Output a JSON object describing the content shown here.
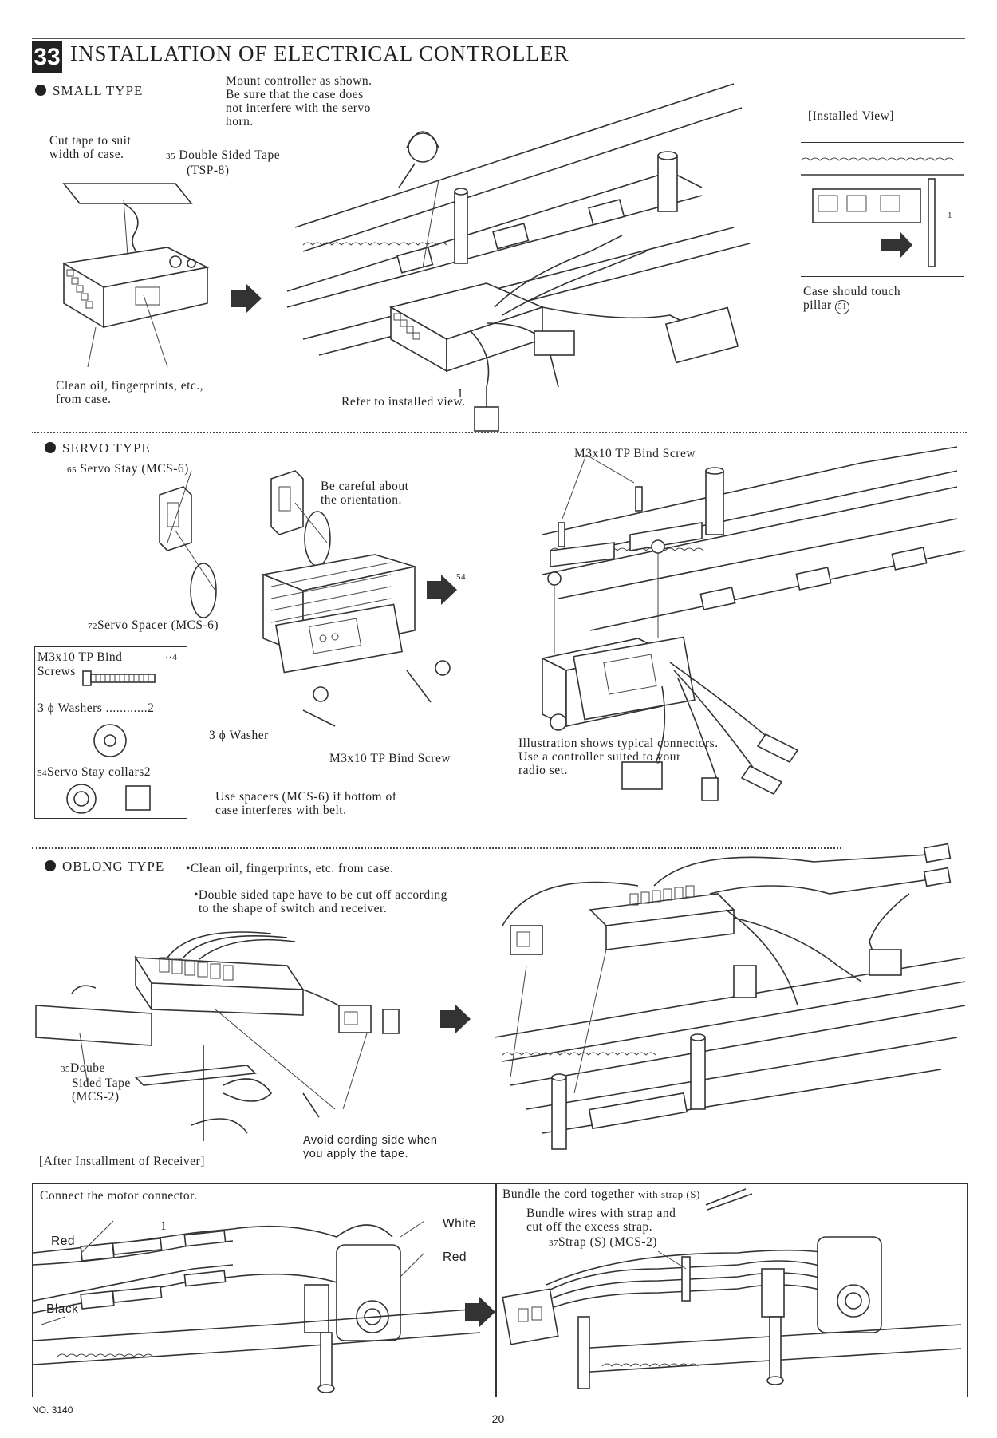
{
  "header": {
    "step_number": "33",
    "title": "INSTALLATION OF ELECTRICAL CONTROLLER"
  },
  "small_type": {
    "heading": "SMALL TYPE",
    "mount_note": [
      "Mount controller as shown.",
      "Be sure that the case does",
      "not interfere with the servo",
      "horn."
    ],
    "cut_tape_note": [
      "Cut tape to suit",
      "width of case."
    ],
    "tape_part_no": "35",
    "tape_label": [
      "Double Sided Tape",
      "(TSP-8)"
    ],
    "clean_note": [
      "Clean oil, fingerprints, etc.,",
      "from case."
    ],
    "refer_marker": "1",
    "refer_note": "Refer to installed view.",
    "installed_view_label": "[Installed View]",
    "installed_view_marker": "1",
    "case_touch_note": [
      "Case should touch",
      "pillar"
    ],
    "pillar_part_no": "51"
  },
  "servo_type": {
    "heading": "SERVO TYPE",
    "servo_stay_part_no": "65",
    "servo_stay_label": "Servo Stay (MCS-6)",
    "careful_note": [
      "Be careful about",
      "the orientation."
    ],
    "servo_spacer_part_no": "72",
    "servo_spacer_label": "Servo Spacer (MCS-6)",
    "collar_marker": "54",
    "parts_box": {
      "screws_label": "M3x10 TP Bind",
      "screws_label_2": "Screws",
      "screws_qty": "··4",
      "washers_label": "3 ϕ  Washers",
      "washers_qty": "2",
      "collars_part_no": "54",
      "collars_label": "Servo Stay collars",
      "collars_qty": "2"
    },
    "washer_label": "3 ϕ  Washer",
    "screw_label_bottom": "M3x10 TP Bind Screw",
    "spacer_note": [
      "Use spacers (MCS-6) if bottom of",
      "case interferes with belt."
    ],
    "screw_label_right": "M3x10 TP Bind Screw",
    "connector_note": [
      "Illustration shows typical connectors.",
      "Use a controller suited to your",
      "radio set."
    ]
  },
  "oblong_type": {
    "heading": "OBLONG TYPE",
    "note_1": "•Clean oil, fingerprints, etc. from case.",
    "note_2": [
      "•Double sided tape have to be cut off according",
      "to the shape of switch and receiver."
    ],
    "tape_part_no": "35",
    "tape_label": [
      "Doube",
      "Sided Tape",
      "(MCS-2)"
    ],
    "avoid_note": [
      "Avoid cording side when",
      "you apply the tape."
    ],
    "after_install_label": "[After Installment of Receiver]"
  },
  "motor_connector": {
    "heading": "Connect the motor connector.",
    "marker": "1",
    "wire_white": "White",
    "wire_red_right": "Red",
    "wire_red_left": "Red",
    "wire_black": "Black"
  },
  "bundle": {
    "heading_main": "Bundle the cord together",
    "heading_small": "with strap (S)",
    "note": [
      "Bundle wires with strap and",
      "cut off the excess strap."
    ],
    "strap_part_no": "37",
    "strap_label": "Strap (S) (MCS-2)"
  },
  "footer": {
    "doc_number": "NO. 3140",
    "page_number": "-20-"
  }
}
